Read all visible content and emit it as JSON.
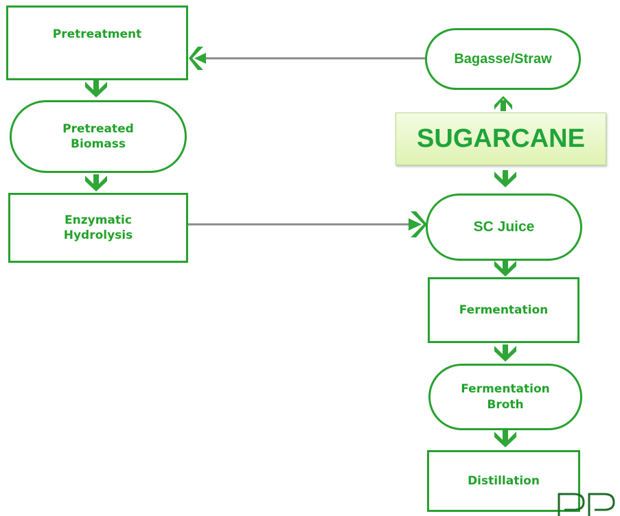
{
  "nodes": {
    "pretreatment": "Pretreatment",
    "pretreated_biomass": "Pretreated\nBiomass",
    "enzymatic_hydrolysis": "Enzymatic\nHydrolysis",
    "bagasse_straw": "Bagasse/Straw",
    "sugarcane": "SUGARCANE",
    "sc_juice": "SC Juice",
    "fermentation": "Fermentation",
    "fermentation_broth": "Fermentation\nBroth",
    "distillation": "Distillation"
  },
  "colors": {
    "border": "#27a12f",
    "text": "#22a22a",
    "arrow": "#2fa637",
    "sugarcane_fill": "#e8f7c6"
  }
}
